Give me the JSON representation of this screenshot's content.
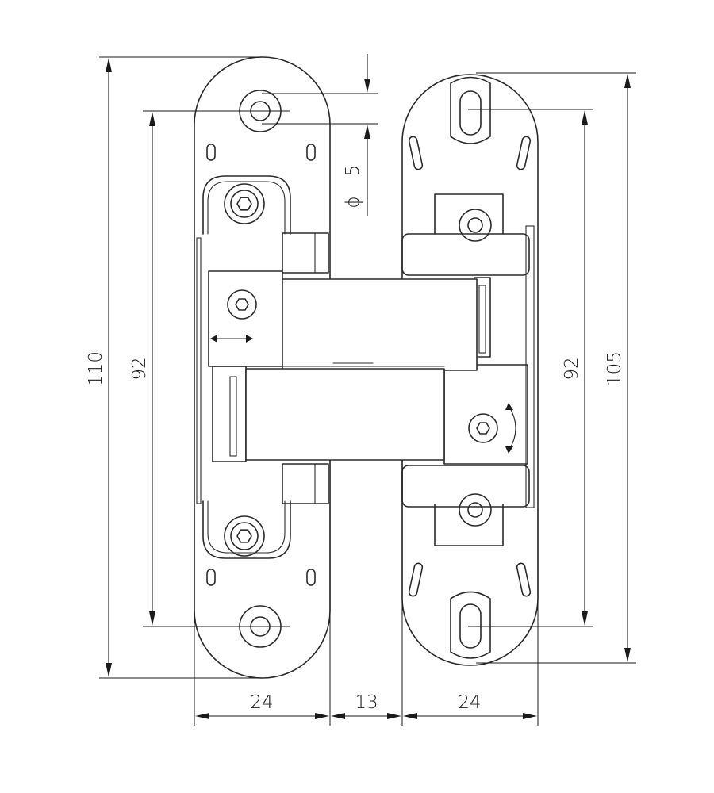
{
  "drawing": {
    "dimensions": {
      "height_total": "110",
      "hole_spacing_left": "92",
      "hole_spacing_right": "92",
      "height_right": "105",
      "hole_diameter_symbol": "ϕ",
      "hole_diameter_value": "5",
      "width_left_plate": "24",
      "gap": "13",
      "width_right_plate": "24"
    }
  }
}
